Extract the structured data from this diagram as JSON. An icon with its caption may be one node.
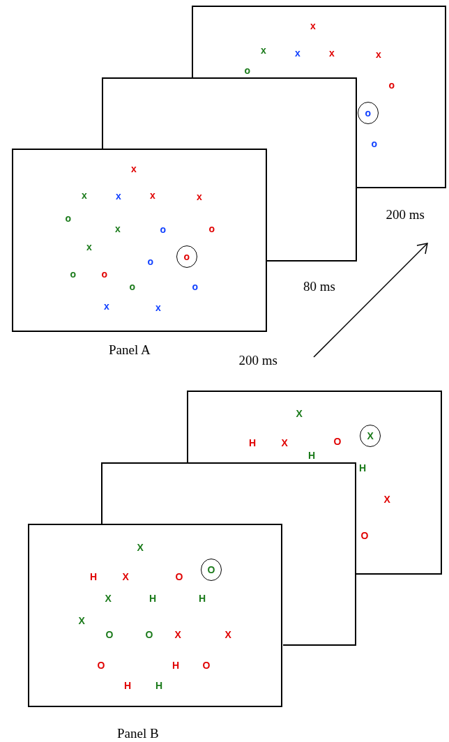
{
  "diagram": {
    "nodes": [
      {
        "text": [
          "x",
          "x",
          "x",
          "x",
          "x",
          "o",
          "o",
          "o"
        ]
      },
      {
        "text": [
          "o"
        ],
        "in": 0
      },
      {
        "text": [],
        "shape": "box"
      },
      {
        "text": [
          "x",
          "x",
          "x",
          "x",
          "x",
          "o",
          "x",
          "o",
          "o",
          "x",
          "o",
          "o",
          "o",
          "o",
          "o",
          "x",
          "x"
        ]
      },
      {
        "text": [
          "o"
        ],
        "in": 3
      },
      {
        "text": [
          "X",
          "H",
          "X",
          "O",
          "H",
          "H",
          "X",
          "O"
        ]
      },
      {
        "text": [
          "X"
        ],
        "in": 5
      },
      {
        "text": [],
        "shape": "box"
      },
      {
        "text": [
          "X",
          "H",
          "X",
          "O",
          "X",
          "H",
          "H",
          "X",
          "O",
          "O",
          "X",
          "X",
          "O",
          "H",
          "O",
          "H",
          "H"
        ]
      },
      {
        "text": [
          "O"
        ]
      }
    ],
    "labels": [
      "200 ms",
      "80 ms",
      "Panel A",
      "200 ms",
      "Panel B"
    ]
  }
}
